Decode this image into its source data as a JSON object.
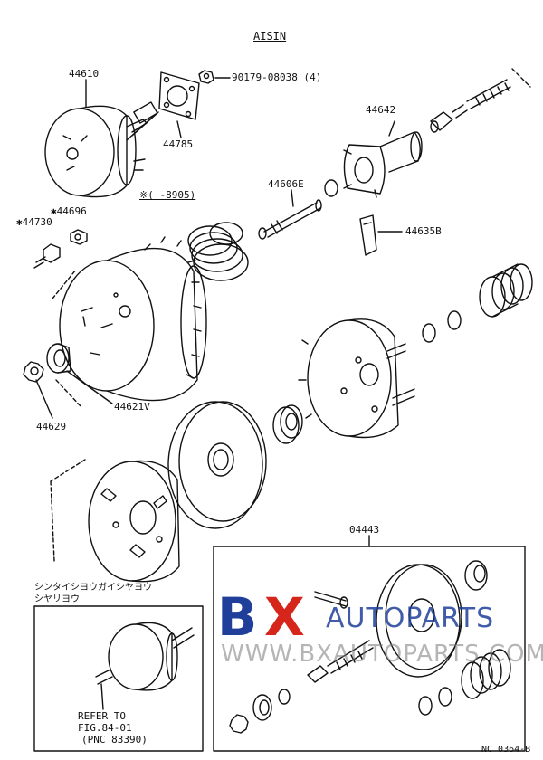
{
  "header": {
    "brand": "AISIN",
    "note": "※(    -8905)"
  },
  "labels": {
    "p44610": "44610",
    "p90179": "90179-08038 (4)",
    "p44785": "44785",
    "p44642": "44642",
    "p44606e": "44606E",
    "p44696": "✱44696",
    "p44730": "✱44730",
    "p44635b": "44635B",
    "p44629": "44629",
    "p44621v": "44621V",
    "p04443": "04443"
  },
  "inset": {
    "jp_line1": "シンタイシヨウガイシヤヨウ",
    "jp_line2": "シヤリヨウ",
    "refer_line1": "REFER TO",
    "refer_line2": "FIG.84-01",
    "refer_line3": "(PNC 83390)"
  },
  "footer": {
    "code": "NC 0364-B"
  },
  "watermark": {
    "logo_b": "B",
    "logo_x": "X",
    "logo_text": "AUTOPARTS",
    "url": "WWW.BXAUTOPARTS.COM",
    "color_blue": "#1f3f9a",
    "color_red": "#d6261c"
  }
}
